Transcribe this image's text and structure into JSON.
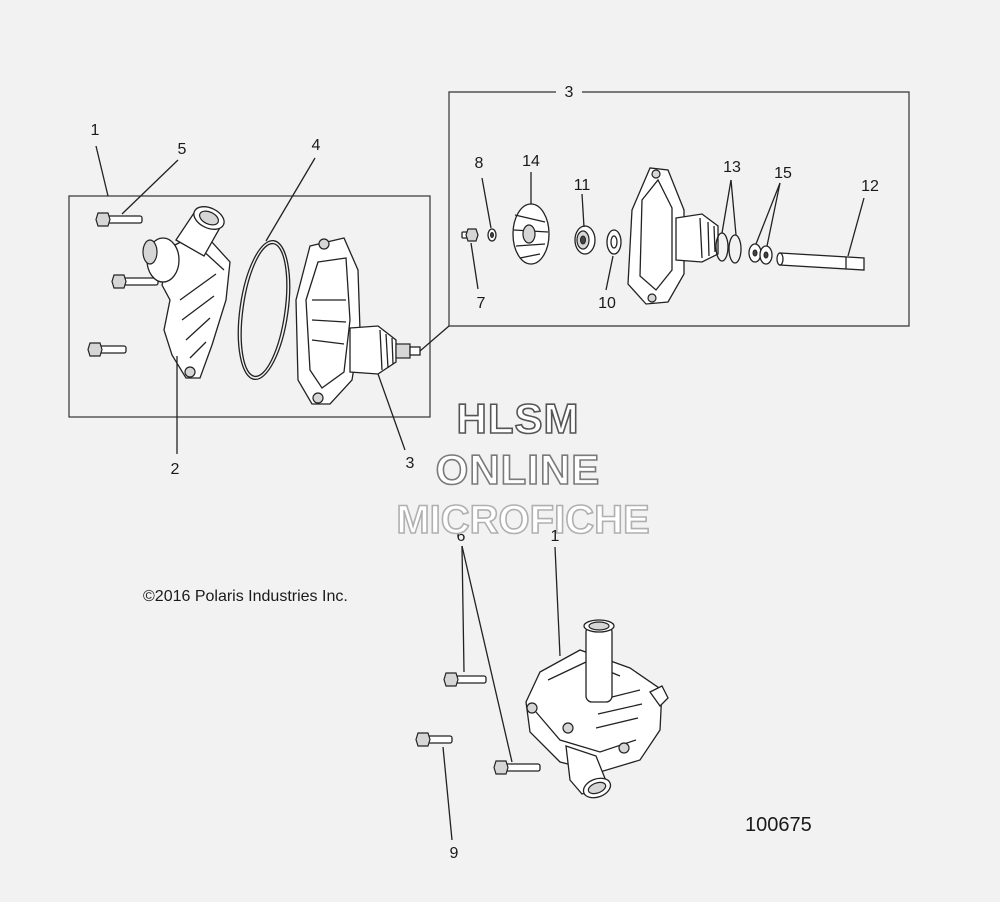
{
  "callouts": {
    "c1_top": "1",
    "c5": "5",
    "c4": "4",
    "c3_box": "3",
    "c8": "8",
    "c14": "14",
    "c11": "11",
    "c13": "13",
    "c15": "15",
    "c12": "12",
    "c7": "7",
    "c10": "10",
    "c2": "2",
    "c3_bottom": "3",
    "c6": "6",
    "c1_bottom": "1",
    "c9": "9"
  },
  "copyright": "©2016 Polaris Industries Inc.",
  "drawing_number": "100675",
  "watermark": {
    "line1": "HLSM",
    "line2": "ONLINE",
    "line3": "MICROFICHE"
  },
  "colors": {
    "background": "#f2f2f2",
    "line": "#222222",
    "watermark_line1": "#555555",
    "watermark_line2": "#7a7a7a",
    "watermark_line3": "#b0b0b0"
  }
}
